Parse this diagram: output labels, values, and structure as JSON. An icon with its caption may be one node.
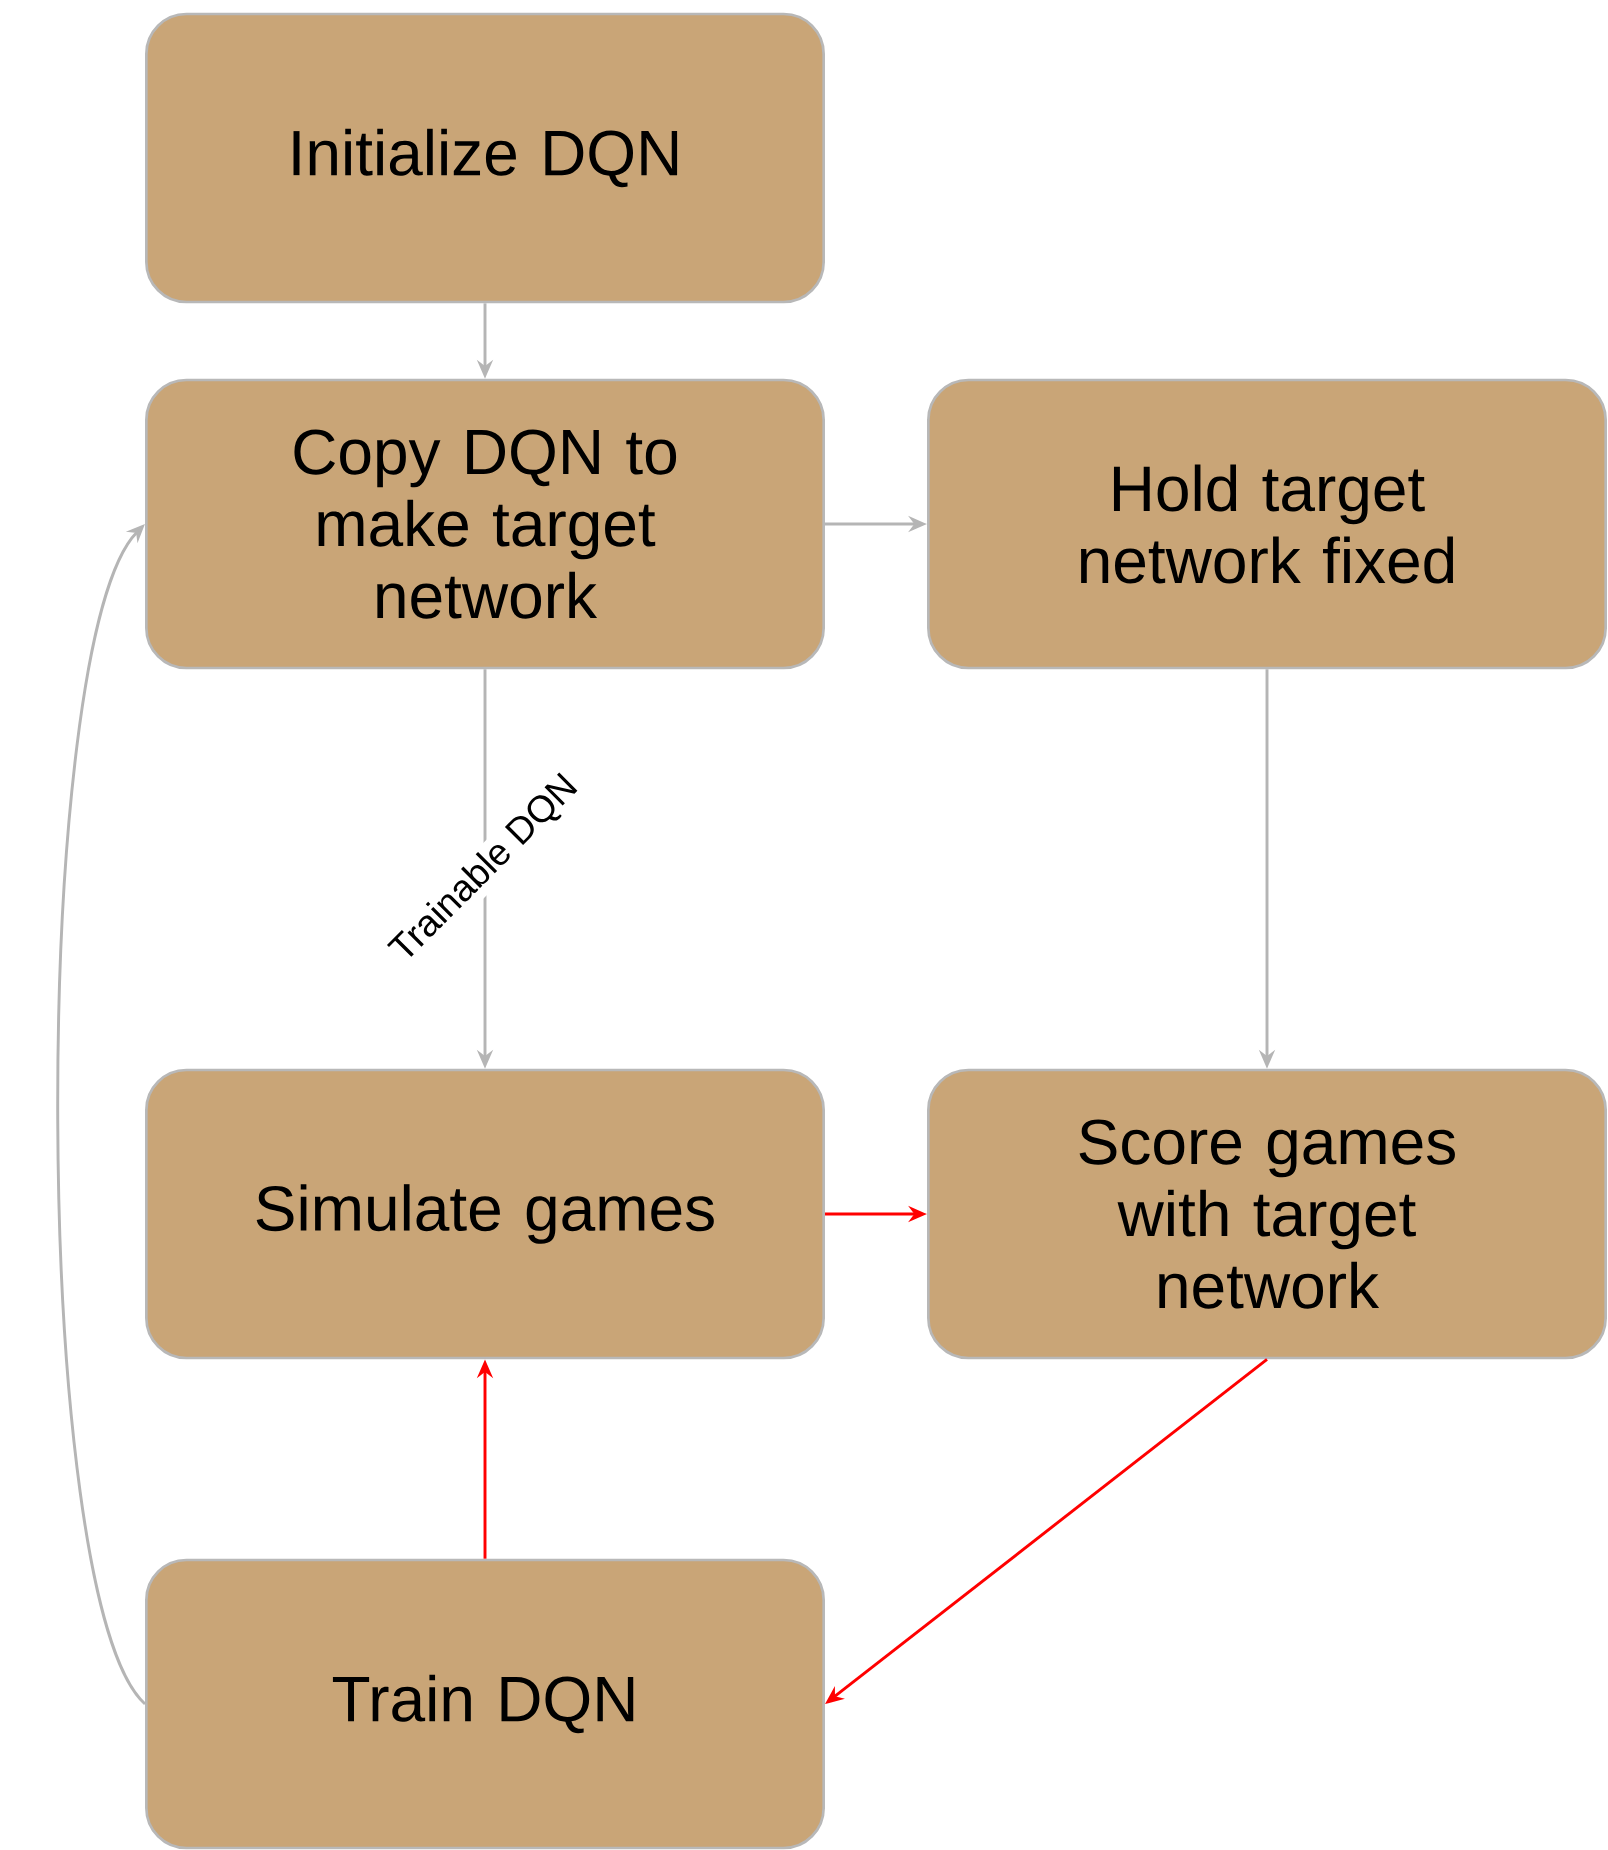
{
  "diagram": {
    "nodes": [
      {
        "text": [
          "Initialize DQN"
        ]
      },
      {
        "text": [
          "Copy DQN to make target network"
        ]
      },
      {
        "text": [
          "Hold target network fixed"
        ]
      },
      {
        "text": [
          "Simulate games"
        ]
      },
      {
        "text": [
          "Score games with target network"
        ]
      },
      {
        "text": [
          "Train DQN"
        ]
      }
    ],
    "edges": [
      {
        "from": 0,
        "to": 1,
        "arrow": "to"
      },
      {
        "from": 1,
        "to": 2,
        "arrow": "to"
      },
      {
        "from": 1,
        "to": 3,
        "arrow": "to",
        "label": "Trainable DQN"
      },
      {
        "from": 2,
        "to": 4,
        "arrow": "to"
      },
      {
        "from": 3,
        "to": 4,
        "arrow": "to",
        "color": "#ff0000"
      },
      {
        "from": 4,
        "to": 5,
        "arrow": "to",
        "color": "#ff0000"
      },
      {
        "from": 5,
        "to": 3,
        "arrow": "to",
        "color": "#ff0000"
      },
      {
        "from": 5,
        "to": 1,
        "arrow": "to"
      }
    ]
  }
}
